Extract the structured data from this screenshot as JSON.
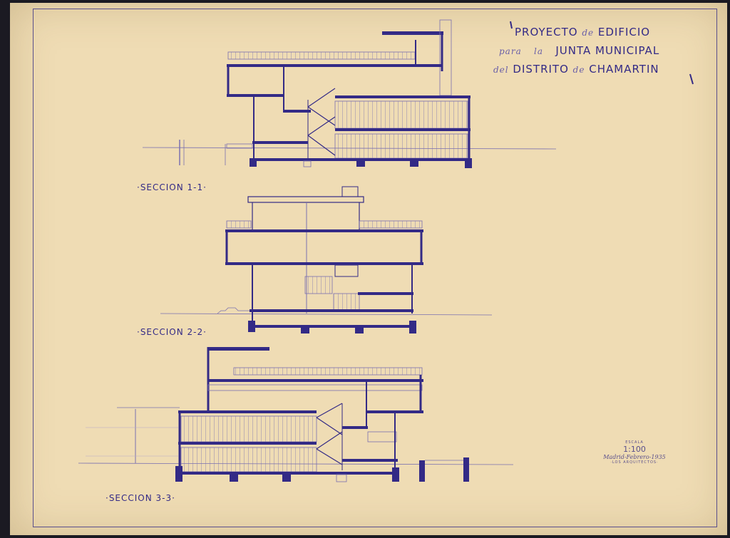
{
  "title": {
    "line1": {
      "big1": "PROYECTO",
      "small": "de",
      "big2": "EDIFICIO"
    },
    "line2": {
      "small1": "para",
      "small2": "la",
      "big": "JUNTA MUNICIPAL"
    },
    "line3": {
      "small1": "del",
      "big1": "DISTRITO",
      "small2": "de",
      "big2": "CHAMARTIN"
    }
  },
  "sections": [
    {
      "label": "·SECCION 1-1·"
    },
    {
      "label": "·SECCION 2-2·"
    },
    {
      "label": "·SECCION 3-3·"
    }
  ],
  "scale": {
    "heading": "ESCALA",
    "value": "1:100",
    "signature": "Madrid-Febrero-1935",
    "authors": "·LOS ARQUITECTOS·"
  },
  "colors": {
    "paper": "#efdcb4",
    "ink": "#332a86",
    "ink_light": "#7a70b0"
  }
}
